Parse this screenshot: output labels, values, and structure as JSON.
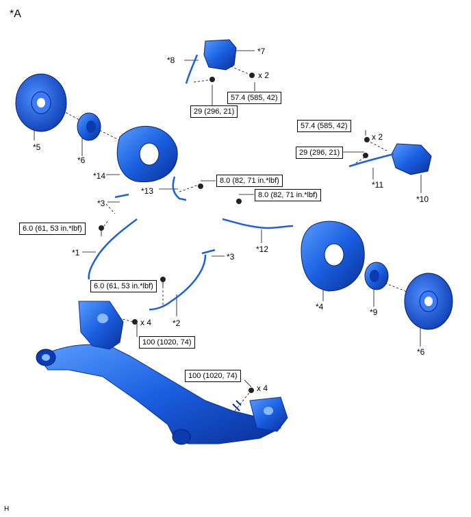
{
  "diagram": {
    "view_label": "*A",
    "corner_code": "H",
    "accent_color": "#1a5fe0",
    "parts": [
      {
        "id": "p1",
        "label": "*1"
      },
      {
        "id": "p2",
        "label": "*2"
      },
      {
        "id": "p3a",
        "label": "*3"
      },
      {
        "id": "p3b",
        "label": "*3"
      },
      {
        "id": "p4",
        "label": "*4"
      },
      {
        "id": "p5",
        "label": "*5"
      },
      {
        "id": "p6a",
        "label": "*6"
      },
      {
        "id": "p6b",
        "label": "*6"
      },
      {
        "id": "p7",
        "label": "*7"
      },
      {
        "id": "p8",
        "label": "*8"
      },
      {
        "id": "p9",
        "label": "*9"
      },
      {
        "id": "p10",
        "label": "*10"
      },
      {
        "id": "p11",
        "label": "*11"
      },
      {
        "id": "p12",
        "label": "*12"
      },
      {
        "id": "p13",
        "label": "*13"
      },
      {
        "id": "p14",
        "label": "*14"
      }
    ],
    "torques": [
      {
        "id": "t1",
        "value": "57.4 (585, 42)"
      },
      {
        "id": "t2",
        "value": "29 (296, 21)"
      },
      {
        "id": "t3",
        "value": "57.4 (585, 42)"
      },
      {
        "id": "t4",
        "value": "29 (296, 21)"
      },
      {
        "id": "t5",
        "value": "8.0 (82, 71 in.*lbf)"
      },
      {
        "id": "t6",
        "value": "8.0 (82, 71 in.*lbf)"
      },
      {
        "id": "t7",
        "value": "6.0 (61, 53 in.*lbf)"
      },
      {
        "id": "t8",
        "value": "6.0 (61, 53 in.*lbf)"
      },
      {
        "id": "t9",
        "value": "100 (1020, 74)"
      },
      {
        "id": "t10",
        "value": "100 (1020, 74)"
      }
    ],
    "quantities": [
      {
        "id": "q1",
        "value": "x 2"
      },
      {
        "id": "q2",
        "value": "x 2"
      },
      {
        "id": "q3",
        "value": "x 4"
      },
      {
        "id": "q4",
        "value": "x 4"
      }
    ]
  }
}
